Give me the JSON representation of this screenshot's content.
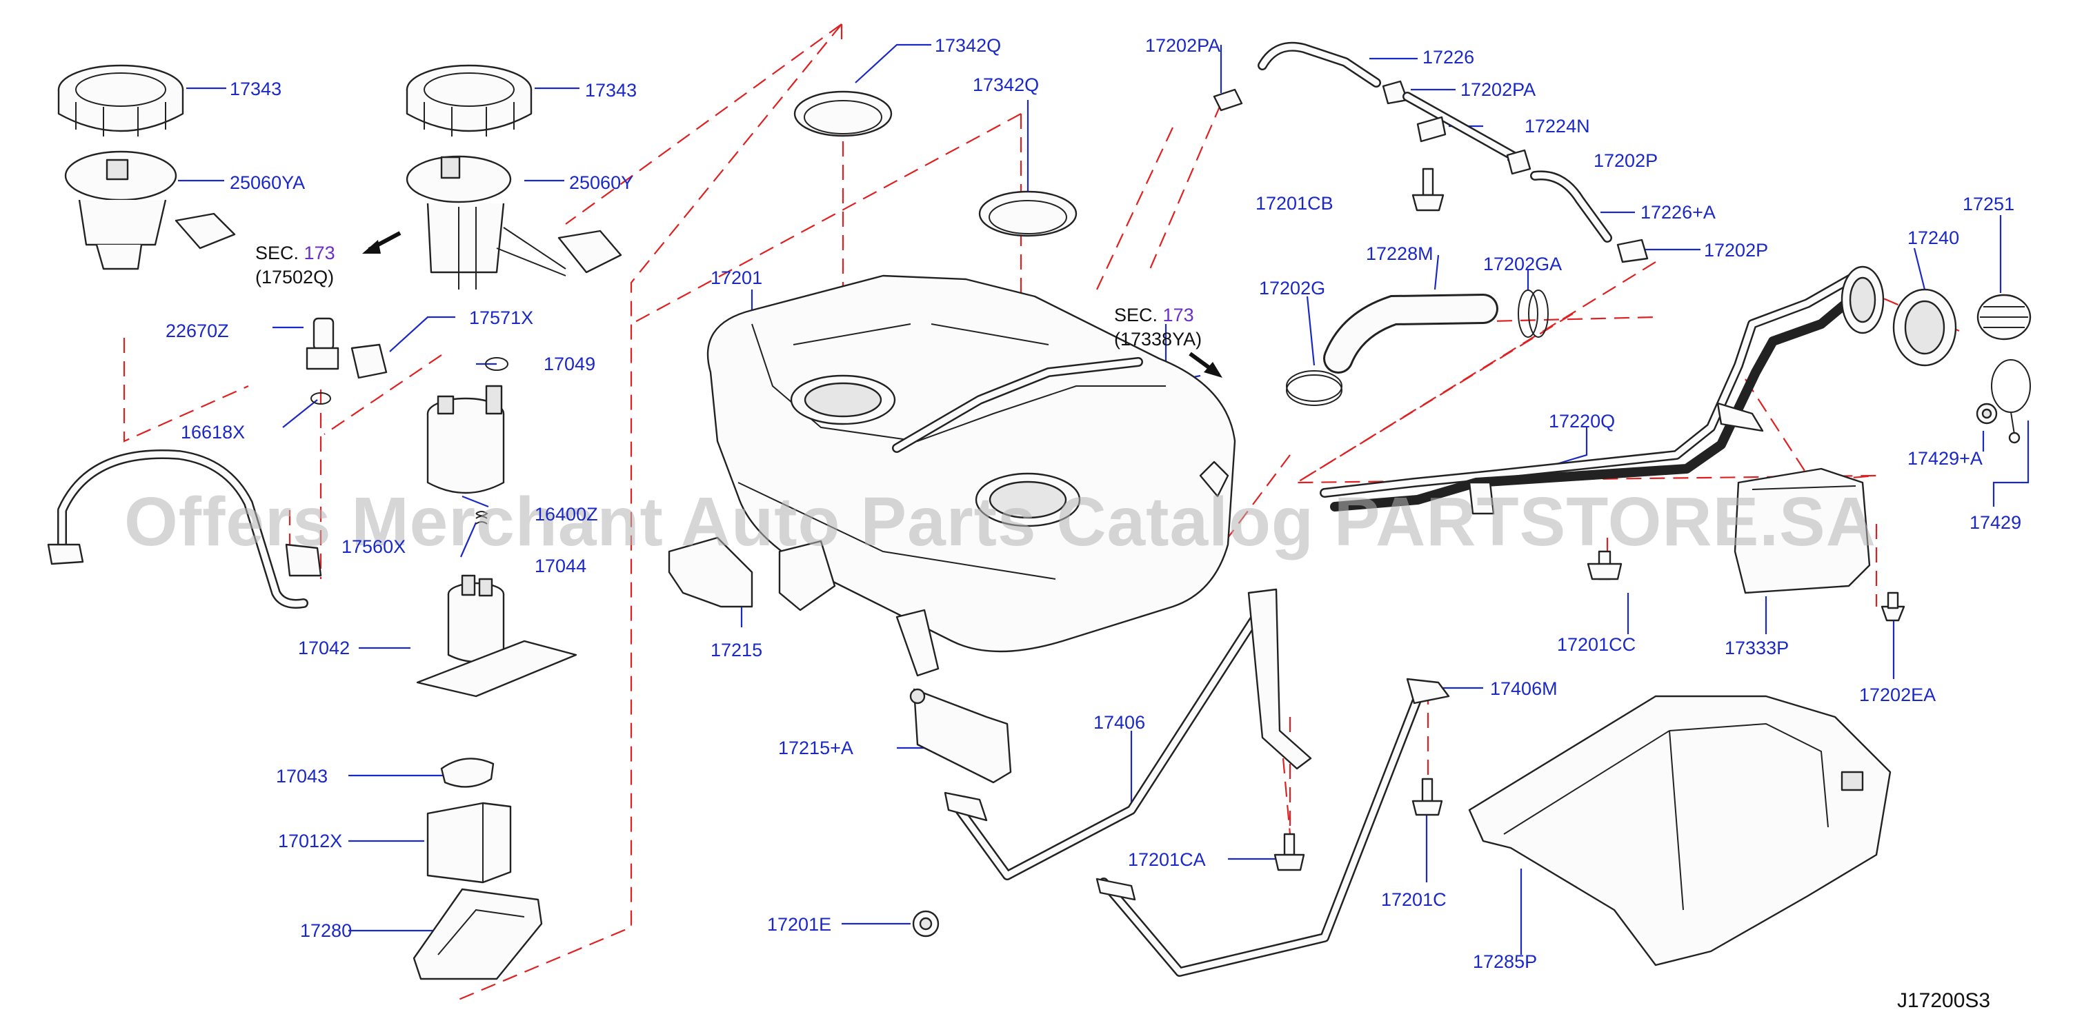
{
  "watermark": "Offers Merchant Auto Parts Catalog PARTSTORE.SA",
  "diagram_code": "J17200S3",
  "sec_notes": [
    {
      "prefix": "SEC.",
      "ref": "173",
      "sub": "(17502Q)"
    },
    {
      "prefix": "SEC.",
      "ref": "173",
      "sub": "(17338YA)"
    }
  ],
  "part_labels": [
    "17343",
    "17343",
    "25060YA",
    "25060Y",
    "22670Z",
    "17571X",
    "17049",
    "16618X",
    "16400Z",
    "17560X",
    "17044",
    "17042",
    "17043",
    "17012X",
    "17280",
    "17342Q",
    "17342Q",
    "17201",
    "17215",
    "17215+A",
    "17406",
    "17201E",
    "17201CA",
    "17406M",
    "17201C",
    "17285P",
    "17202PA",
    "17226",
    "17202PA",
    "17224N",
    "17202P",
    "17201CB",
    "17226+A",
    "17202P",
    "17228M",
    "17202GA",
    "17202G",
    "17220Q",
    "17201CC",
    "17333P",
    "17202EA",
    "17251",
    "17240",
    "17429+A",
    "17429"
  ],
  "colors": {
    "label": "#1a28c8",
    "reference": "#6a2fc8",
    "dash_line": "#e02020",
    "line_art": "#222222"
  }
}
